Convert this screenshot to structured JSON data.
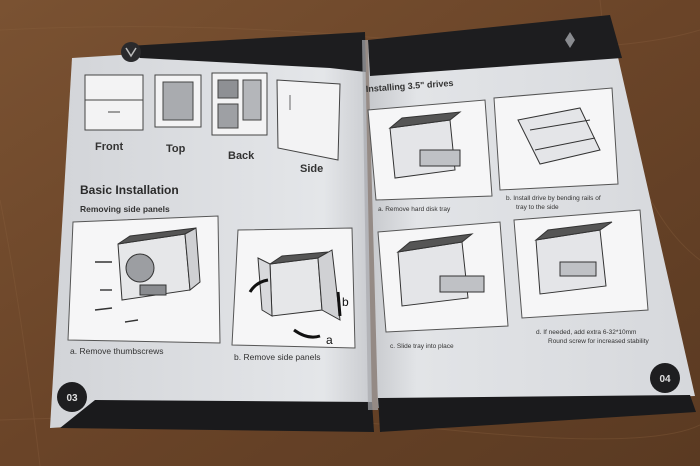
{
  "manual": {
    "left_page": {
      "views": [
        "Front",
        "Top",
        "Back",
        "Side"
      ],
      "heading": "Basic Installation",
      "subheading": "Removing side panels",
      "captions": [
        "a. Remove thumbscrews",
        "b. Remove side panels"
      ],
      "arrow_labels": [
        "a",
        "b"
      ],
      "page_badge": "03"
    },
    "right_page": {
      "heading": "Installing 3.5\" drives",
      "steps": [
        {
          "line1": "a.   Remove hard disk tray",
          "line2": ""
        },
        {
          "line1": "b.   Install drive by bending rails of",
          "line2": "tray to the side"
        },
        {
          "line1": "c.   Slide tray into place",
          "line2": ""
        },
        {
          "line1": "d.   If needed, add extra 6-32*10mm",
          "line2": "Round screw for increased stability"
        }
      ],
      "page_badge": "04"
    }
  }
}
